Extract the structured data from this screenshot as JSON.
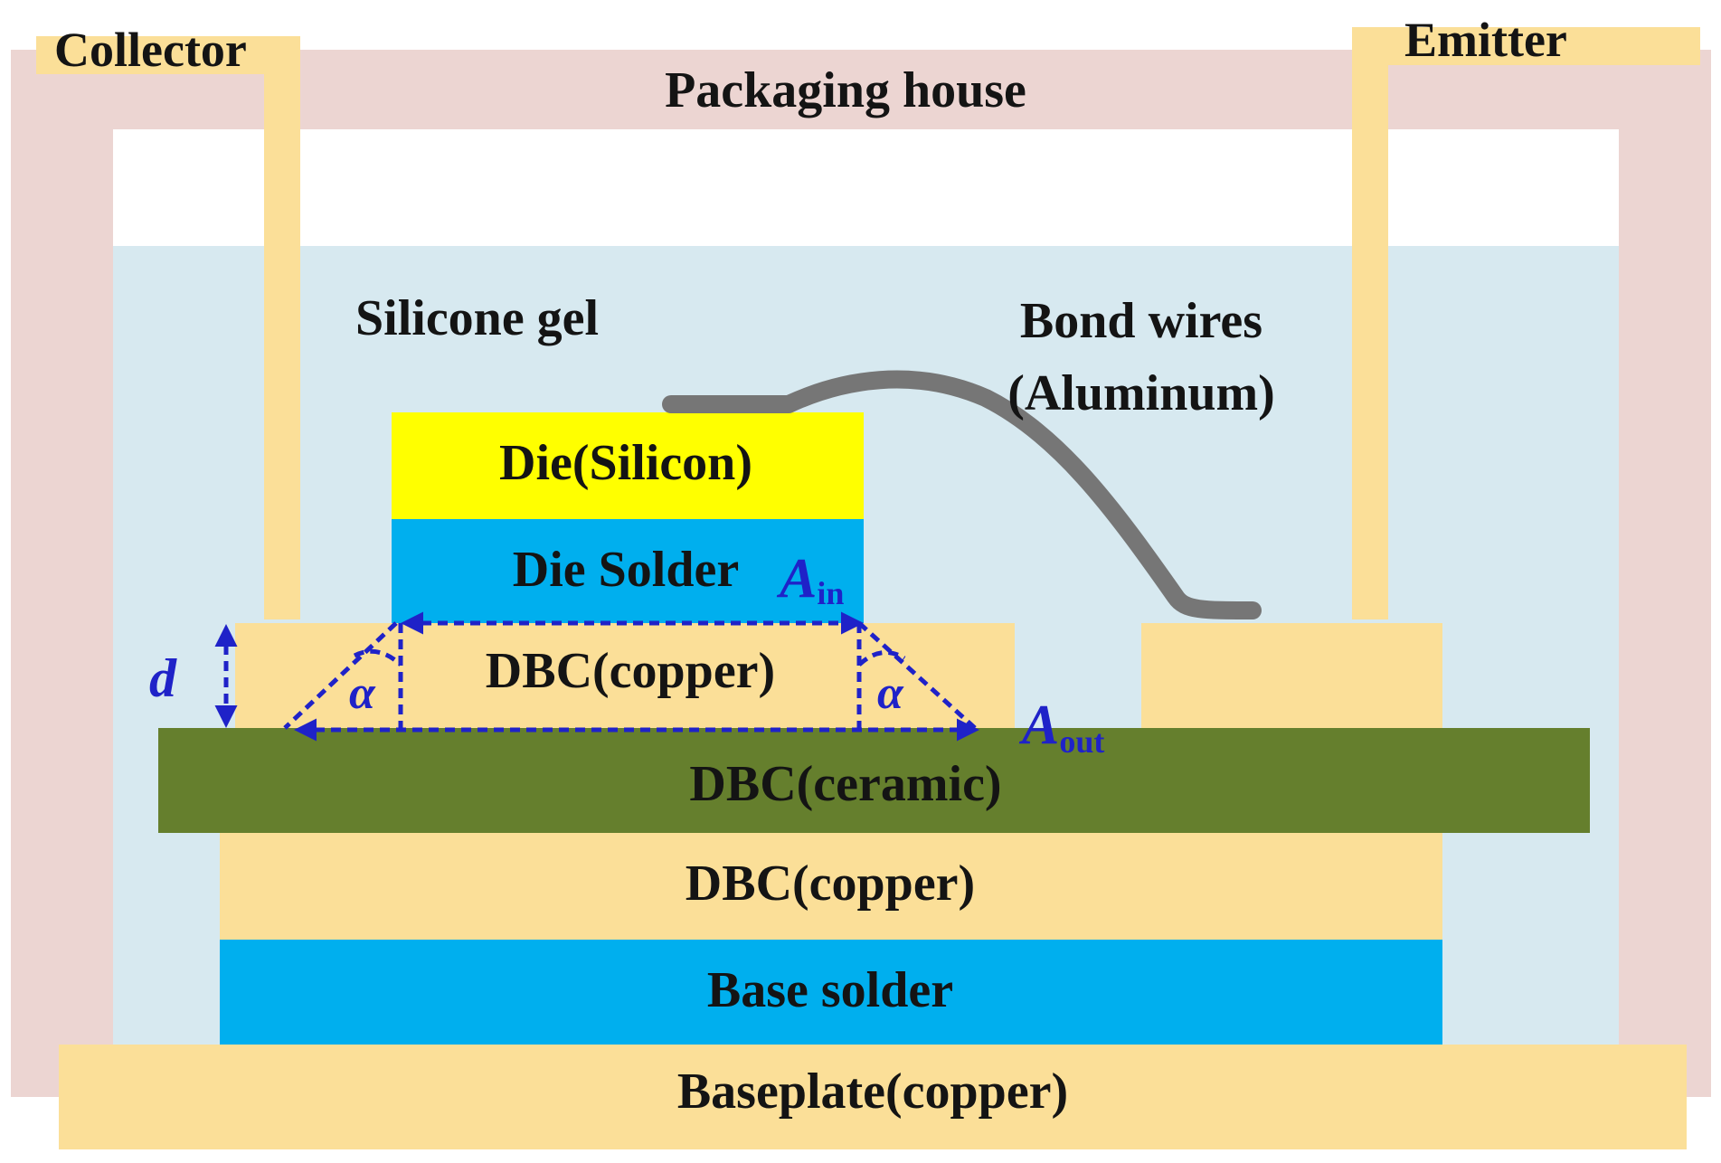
{
  "colors": {
    "housing": "#ecd5d2",
    "gel": "#d7e9f0",
    "copper": "#fbdf98",
    "die": "#ffff00",
    "solder": "#00afee",
    "ceramic": "#657f2d",
    "wire": "#767676",
    "annotation": "#1f22c8"
  },
  "labels": {
    "collector": "Collector",
    "emitter": "Emitter",
    "packaging_house": "Packaging house",
    "silicone_gel": "Silicone gel",
    "bond_wires_line1": "Bond wires",
    "bond_wires_line2": "(Aluminum)",
    "die": "Die(Silicon)",
    "die_solder": "Die Solder",
    "dbc_copper_top": "DBC(copper)",
    "dbc_ceramic": "DBC(ceramic)",
    "dbc_copper_bottom": "DBC(copper)",
    "base_solder": "Base solder",
    "baseplate": "Baseplate(copper)"
  },
  "annotations": {
    "d": "d",
    "alpha_left": "α",
    "alpha_right": "α",
    "a_in_symbol": "A",
    "a_in_subscript": "in",
    "a_out_symbol": "A",
    "a_out_subscript": "out"
  }
}
